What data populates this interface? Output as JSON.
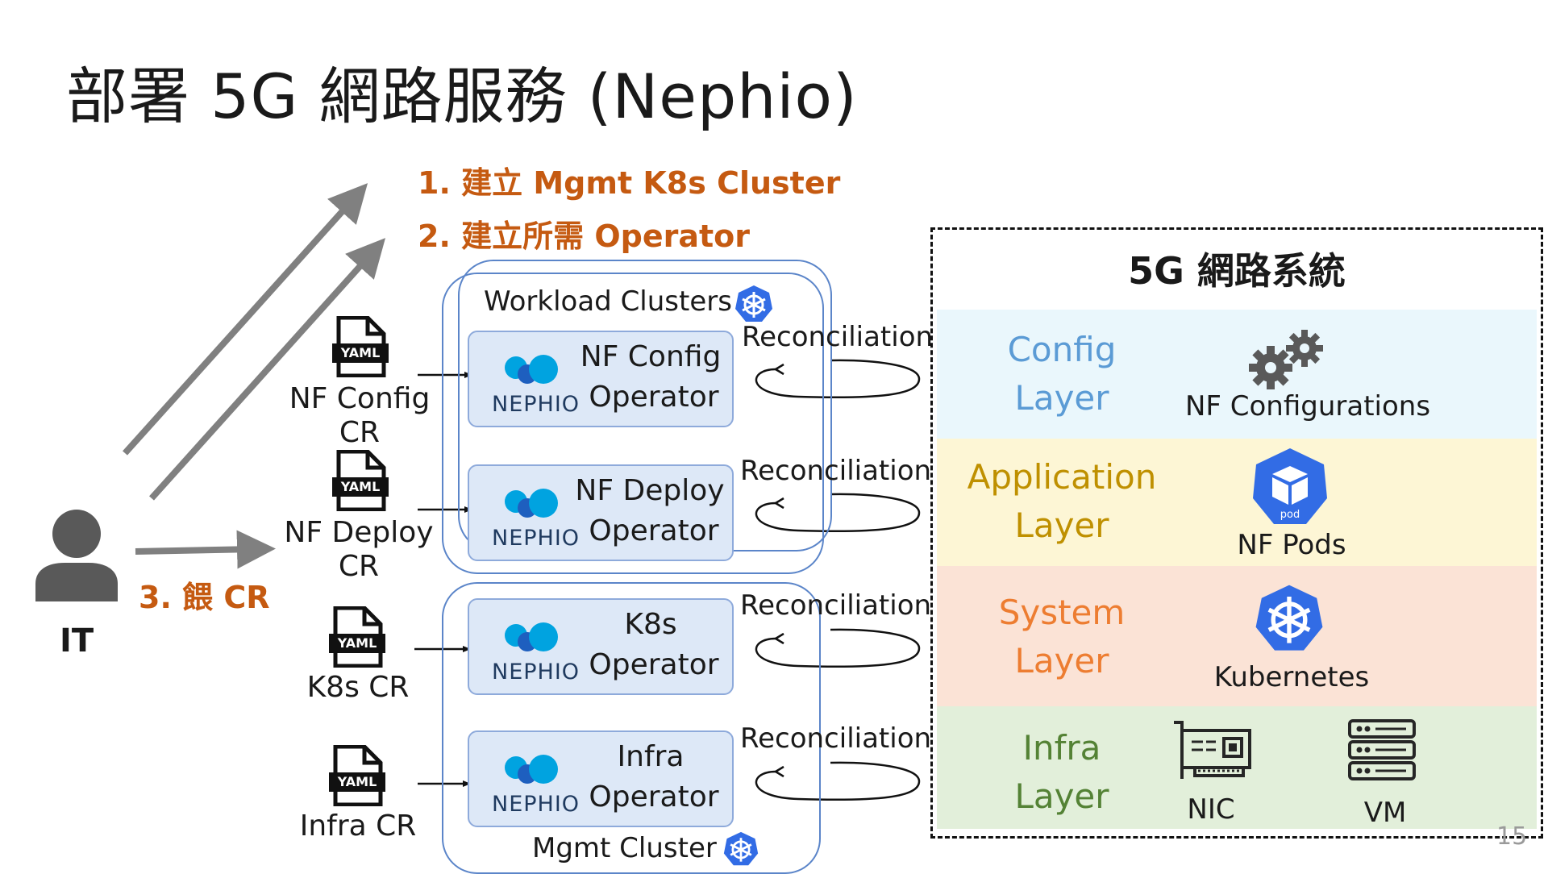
{
  "slide": {
    "title": "部署 5G 網路服務 (Nephio)",
    "page_number": "15"
  },
  "steps": {
    "step1": "1. 建立 Mgmt K8s Cluster",
    "step2": "2. 建立所需 Operator",
    "step3": "3. 餵 CR"
  },
  "actor": {
    "label": "IT",
    "icon": "person-icon"
  },
  "cr_files": [
    {
      "badge": "YAML",
      "label_line1": "NF Config",
      "label_line2": "CR"
    },
    {
      "badge": "YAML",
      "label_line1": "NF Deploy",
      "label_line2": "CR"
    },
    {
      "badge": "YAML",
      "label_line1": "K8s CR",
      "label_line2": ""
    },
    {
      "badge": "YAML",
      "label_line1": "Infra CR",
      "label_line2": ""
    }
  ],
  "clusters": {
    "workload": {
      "label": "Workload Clusters",
      "icon": "kubernetes-wheel-icon"
    },
    "mgmt": {
      "label": "Mgmt Cluster",
      "icon": "kubernetes-wheel-icon"
    }
  },
  "operators": [
    {
      "line1": "NF Config",
      "line2": "Operator",
      "brand": "NEPHIO"
    },
    {
      "line1": "NF Deploy",
      "line2": "Operator",
      "brand": "NEPHIO"
    },
    {
      "line1": "K8s",
      "line2": "Operator",
      "brand": "NEPHIO"
    },
    {
      "line1": "Infra",
      "line2": "Operator",
      "brand": "NEPHIO"
    }
  ],
  "reconciliation_label": "Reconciliation",
  "system": {
    "title": "5G 網路系統",
    "layers": [
      {
        "line1": "Config",
        "line2": "Layer",
        "color": "#5b9bd5",
        "bg": "#eaf7fc",
        "items": [
          "NF Configurations"
        ],
        "icons": [
          "gears-icon"
        ]
      },
      {
        "line1": "Application",
        "line2": "Layer",
        "color": "#bf9000",
        "bg": "#fdf6d5",
        "items": [
          "NF Pods"
        ],
        "icons": [
          "pod-icon"
        ]
      },
      {
        "line1": "System",
        "line2": "Layer",
        "color": "#ed7d31",
        "bg": "#fbe3d6",
        "items": [
          "Kubernetes"
        ],
        "icons": [
          "kubernetes-wheel-icon"
        ]
      },
      {
        "line1": "Infra",
        "line2": "Layer",
        "color": "#548235",
        "bg": "#e2efda",
        "items": [
          "NIC",
          "VM"
        ],
        "icons": [
          "nic-card-icon",
          "server-rack-icon"
        ]
      }
    ]
  },
  "colors": {
    "step_text": "#c55a11",
    "cluster_border": "#5b85c9",
    "operator_fill": "#dde8f7",
    "arrow_gray": "#808080",
    "k8s_blue": "#326ce5"
  }
}
